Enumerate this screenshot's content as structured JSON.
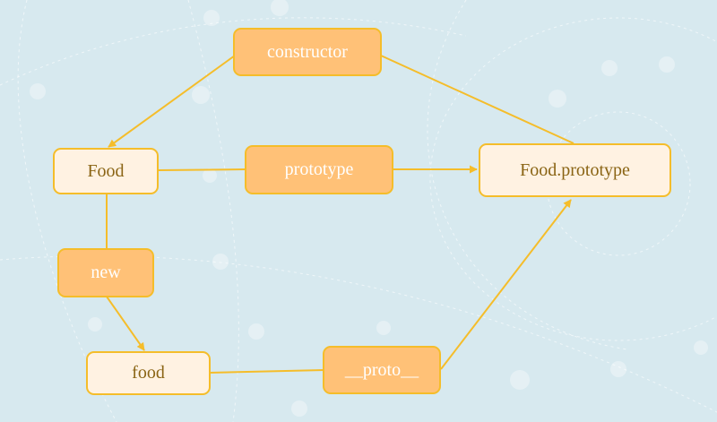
{
  "colors": {
    "background": "#d7e9ef",
    "edge": "#f5bd2a",
    "node_light_fill": "#fff2e2",
    "node_dark_fill": "#ffc177",
    "light_text": "#8a6414",
    "dark_text": "#ffffff"
  },
  "nodes": {
    "constructor": "constructor",
    "food_class": "Food",
    "prototype_label": "prototype",
    "food_prototype": "Food.prototype",
    "new_label": "new",
    "food_instance": "food",
    "proto_label": "__proto__"
  }
}
